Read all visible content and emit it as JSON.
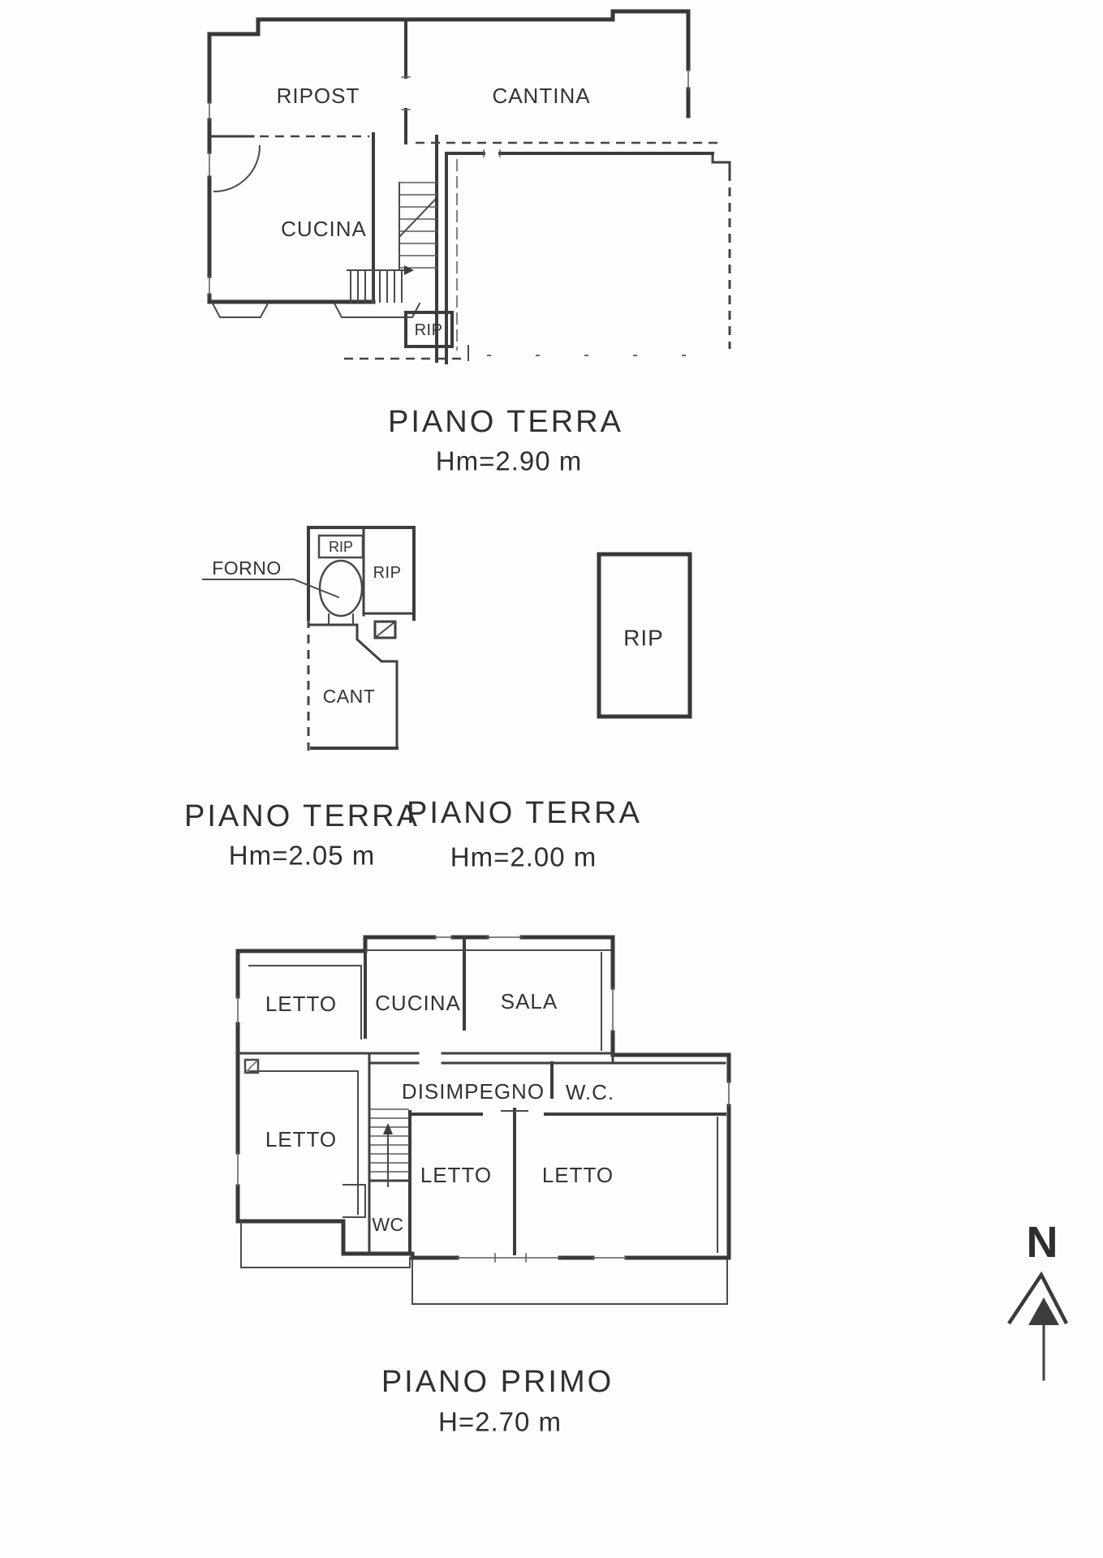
{
  "document": {
    "background": "#fdfdfc",
    "ink_color": "#383838"
  },
  "plans": {
    "ground_main": {
      "title": "PIANO TERRA",
      "height_label": "Hm=2.90 m",
      "rooms": {
        "ripost": "RIPOST",
        "cantina": "CANTINA",
        "cucina": "CUCINA",
        "rip": "RIP"
      }
    },
    "ground_forno": {
      "title": "PIANO TERRA",
      "height_label": "Hm=2.05 m",
      "annotation": "FORNO",
      "rooms": {
        "rip_top": "RIP",
        "rip_right": "RIP",
        "cant": "CANT"
      }
    },
    "ground_rip": {
      "title": "PIANO TERRA",
      "height_label": "Hm=2.00 m",
      "rooms": {
        "rip": "RIP"
      }
    },
    "first_floor": {
      "title": "PIANO PRIMO",
      "height_label": "H=2.70 m",
      "rooms": {
        "letto_nw": "LETTO",
        "cucina": "CUCINA",
        "sala": "SALA",
        "letto_w": "LETTO",
        "disimpegno": "DISIMPEGNO",
        "wc_main": "W.C.",
        "wc_small": "WC",
        "letto_s1": "LETTO",
        "letto_s2": "LETTO"
      }
    }
  },
  "compass": {
    "north_label": "N"
  }
}
